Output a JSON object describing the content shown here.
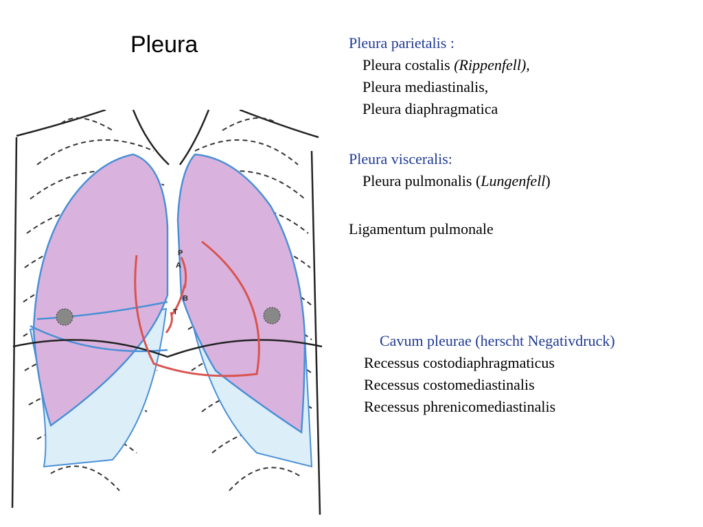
{
  "title": "Pleura",
  "parietalis": {
    "heading": "Pleura parietalis :",
    "items": [
      {
        "text": "Pleura costalis ",
        "italic": "(Rippenfell),"
      },
      {
        "text": "Pleura mediastinalis,",
        "italic": ""
      },
      {
        "text": "Pleura diaphragmatica",
        "italic": ""
      }
    ]
  },
  "visceralis": {
    "heading": "Pleura visceralis:",
    "item_prefix": "Pleura pulmonalis (",
    "item_italic": "Lungenfell",
    "item_suffix": ")"
  },
  "ligamentum": "Ligamentum pulmonale",
  "cavum": {
    "heading": "Cavum pleurae (herscht Negativdruck)",
    "recessus": [
      "Recessus costodiaphragmaticus",
      "Recessus costomediastinalis",
      "Recessus phrenicomediastinalis"
    ]
  },
  "figure_labels": {
    "p": "P",
    "a": "A",
    "b": "B",
    "t": "T"
  },
  "colors": {
    "lung_fill": "#d9b3dd",
    "pleura_recess": "#dceef8",
    "pleura_line": "#4a8fd6",
    "ligament_line": "#d9534f",
    "heading_blue": "#1f3a93"
  }
}
